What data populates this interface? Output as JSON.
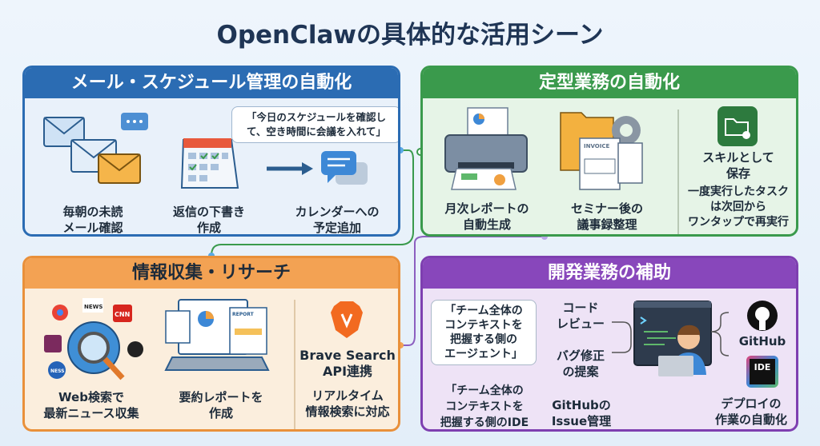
{
  "title": "OpenClawの具体的な活用シーン",
  "panels": {
    "mail": {
      "title": "メール・スケジュール管理の自動化",
      "bubble": "「今日のスケジュールを確認して、空き時間に会議を入れて」",
      "items": [
        {
          "label": "毎朝の未読\nメール確認"
        },
        {
          "label": "返信の下書き\n作成"
        },
        {
          "label": "カレンダーへの\n予定追加"
        }
      ]
    },
    "routine": {
      "title": "定型業務の自動化",
      "items": [
        {
          "label": "月次レポートの\n自動生成"
        },
        {
          "label": "セミナー後の\n議事録整理"
        }
      ],
      "invoice_text": "INVOICE",
      "skill": {
        "title": "スキルとして\n保存",
        "desc": "一度実行したタスク\nは次回から\nワンタップで再実行"
      }
    },
    "research": {
      "title": "情報収集・リサーチ",
      "items": [
        {
          "label": "Web検索で\n最新ニュース収集"
        },
        {
          "label": "要約レポートを\n作成"
        }
      ],
      "badges": {
        "news": "NEWS",
        "cnn": "CNN",
        "ness": "NESS",
        "report": "REPORT"
      },
      "brave": {
        "title": "Brave Search\nAPI連携",
        "desc": "リアルタイム\n情報検索に対応"
      }
    },
    "dev": {
      "title": "開発業務の補助",
      "bubble": "「チーム全体の\nコンテキストを\n把握する側の\nエージェント」",
      "quote2": "「チーム全体の\nコンテキストを\n把握する側のIDE",
      "tasks": [
        "コード\nレビュー",
        "バグ修正\nの提案",
        "GitHubの\nIssue管理"
      ],
      "github": "GitHub",
      "ide": "IDE",
      "deploy": "デプロイの\n作業の自動化"
    }
  },
  "colors": {
    "blue": "#2b6cb3",
    "green": "#3a9a4c",
    "orange": "#f3a253",
    "purple": "#8847bb"
  }
}
